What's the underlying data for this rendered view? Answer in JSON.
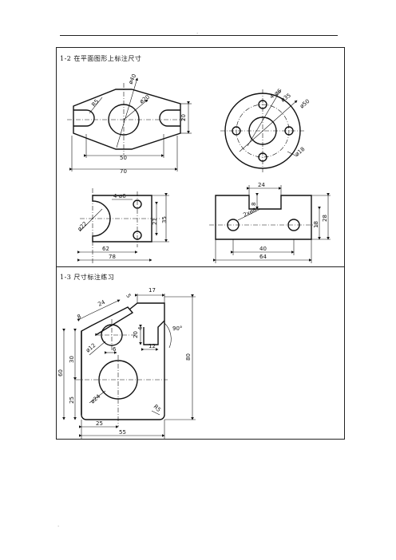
{
  "header": {
    "dot_top": "."
  },
  "section1": {
    "title": "1-2 在平面图形上标注尺寸",
    "fig_a": {
      "d40": "ø40",
      "d20": "ø20",
      "r5": "R5",
      "h20": "20",
      "w50": "50",
      "w70": "70"
    },
    "fig_b": {
      "four_d6": "4-ø6",
      "d35": "ø35",
      "d50": "ø50",
      "d18": "ø18"
    },
    "fig_c": {
      "four_d6": "4-ø6",
      "d22": "ø22",
      "v21": "21",
      "v35": "35",
      "w62": "62",
      "w78": "78"
    },
    "fig_d": {
      "w24": "24",
      "v8": "8",
      "two_d8": "2xø8",
      "v18": "18",
      "v28": "28",
      "w40": "40",
      "w64": "64"
    }
  },
  "section2": {
    "title": "1-3 尺寸标注练习",
    "fig_e": {
      "w17": "17",
      "v5": "5",
      "w24": "24",
      "w8": "8",
      "v20": "20",
      "v4": "4",
      "ang90": "90°",
      "d12": "ø12",
      "w6": "6",
      "w12": "12",
      "v30": "30",
      "v60": "60",
      "v80": "80",
      "v25": "25",
      "d24": "ø24",
      "r5": "R5",
      "w25": "25",
      "w55": "55"
    }
  },
  "footer": {
    "dot_bottom": "."
  }
}
